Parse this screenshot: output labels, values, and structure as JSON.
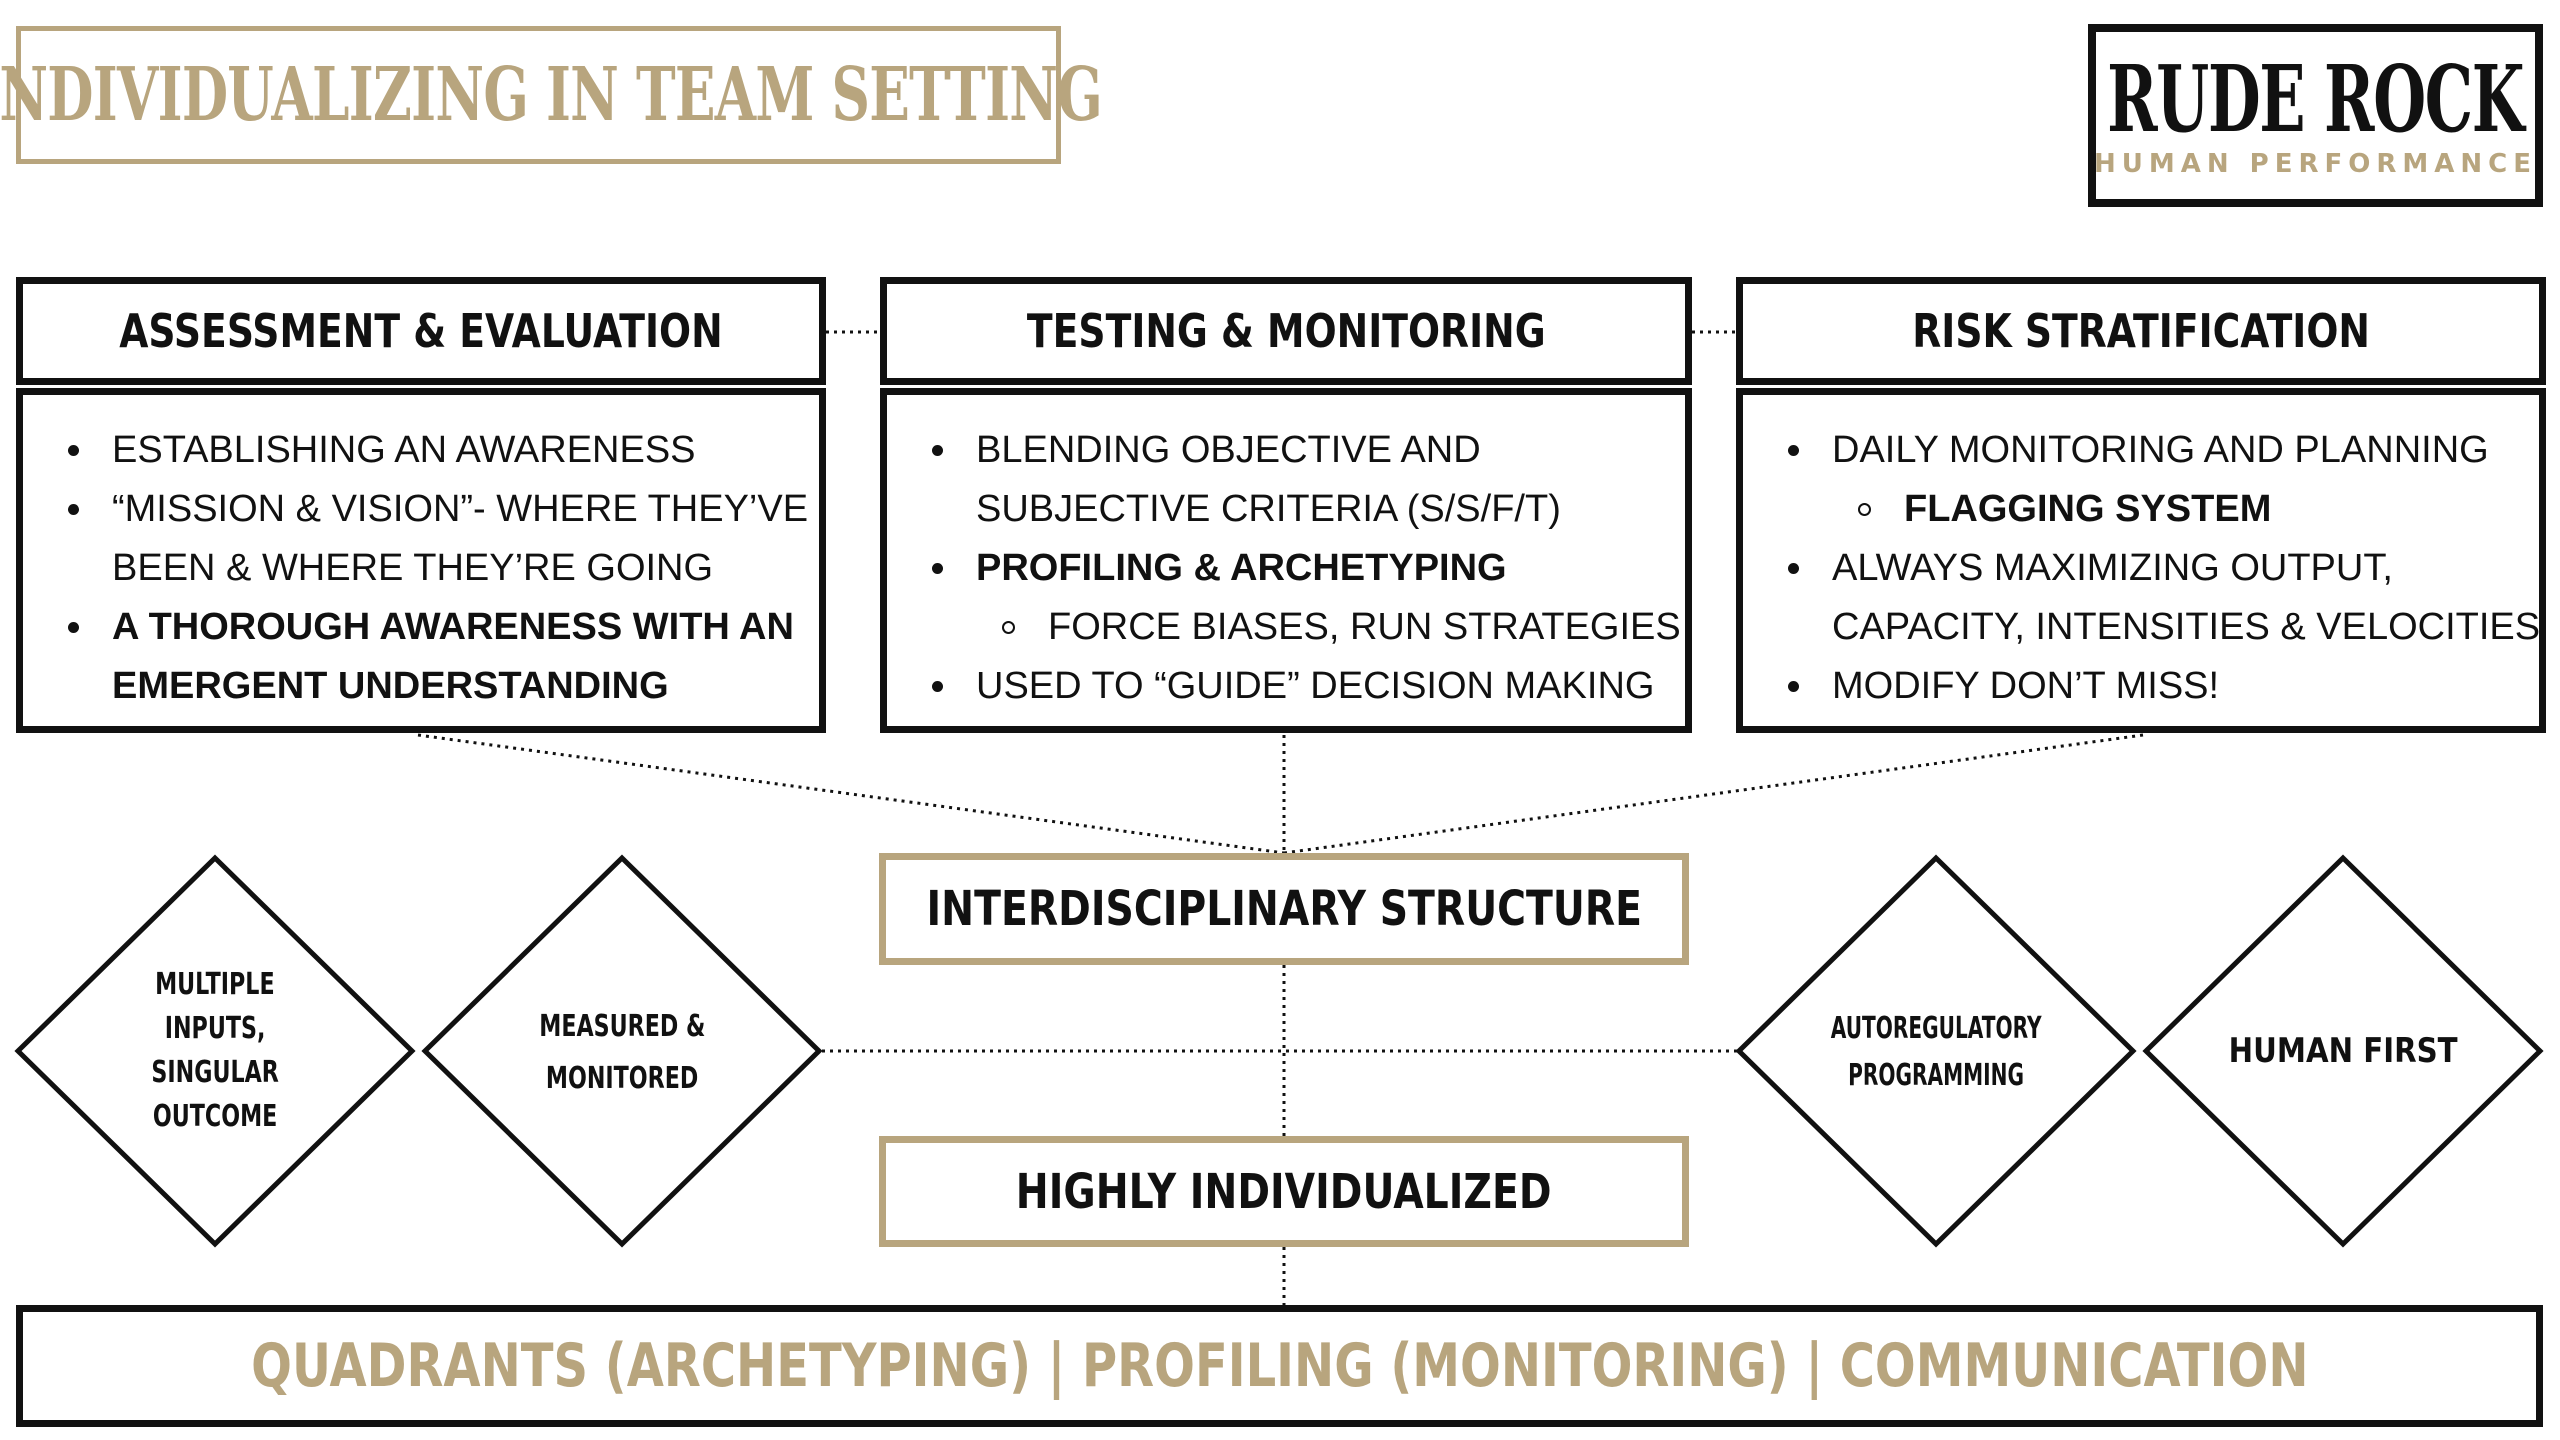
{
  "title": "INDIVIDUALIZING IN TEAM SETTING",
  "logo": {
    "main": "RUDE ROCK",
    "sub": "HUMAN PERFORMANCE"
  },
  "columns": [
    {
      "header": "ASSESSMENT & EVALUATION",
      "lines": [
        {
          "text": "ESTABLISHING AN AWARENESS",
          "kind": "bullet"
        },
        {
          "text": "“MISSION & VISION”- WHERE THEY’VE",
          "kind": "bullet"
        },
        {
          "text": "BEEN & WHERE THEY’RE GOING",
          "kind": "cont"
        },
        {
          "text": "A THOROUGH AWARENESS WITH AN",
          "kind": "bullet-bold"
        },
        {
          "text": "EMERGENT UNDERSTANDING",
          "kind": "cont-bold"
        }
      ]
    },
    {
      "header": "TESTING & MONITORING",
      "lines": [
        {
          "text": "BLENDING OBJECTIVE AND",
          "kind": "bullet"
        },
        {
          "text": "SUBJECTIVE CRITERIA (S/S/F/T)",
          "kind": "cont"
        },
        {
          "text": "PROFILING & ARCHETYPING",
          "kind": "bullet-bold"
        },
        {
          "text": "FORCE BIASES, RUN STRATEGIES",
          "kind": "sub"
        },
        {
          "text": "USED TO “GUIDE” DECISION MAKING",
          "kind": "bullet"
        }
      ]
    },
    {
      "header": "RISK STRATIFICATION",
      "lines": [
        {
          "text": "DAILY MONITORING AND PLANNING",
          "kind": "bullet"
        },
        {
          "text": "FLAGGING SYSTEM",
          "kind": "sub-bold"
        },
        {
          "text": "ALWAYS MAXIMIZING OUTPUT,",
          "kind": "bullet"
        },
        {
          "text": "CAPACITY, INTENSITIES & VELOCITIES",
          "kind": "cont"
        },
        {
          "text": "MODIFY DON’T MISS!",
          "kind": "bullet"
        }
      ]
    }
  ],
  "center_boxes": {
    "interdisciplinary": "INTERDISCIPLINARY STRUCTURE",
    "individualized": "HIGHLY INDIVIDUALIZED"
  },
  "diamonds": [
    {
      "lines": [
        "MULTIPLE",
        "INPUTS,",
        "SINGULAR",
        "OUTCOME"
      ]
    },
    {
      "lines": [
        "MEASURED &",
        "MONITORED"
      ]
    },
    {
      "lines": [
        "AUTOREGULATORY",
        "PROGRAMMING"
      ]
    },
    {
      "lines": [
        "HUMAN FIRST"
      ]
    }
  ],
  "bottom_banner": "QUADRANTS (ARCHETYPING) | PROFILING (MONITORING) | COMMUNICATION",
  "colors": {
    "gold": "#b8a57e",
    "ink": "#111111"
  }
}
